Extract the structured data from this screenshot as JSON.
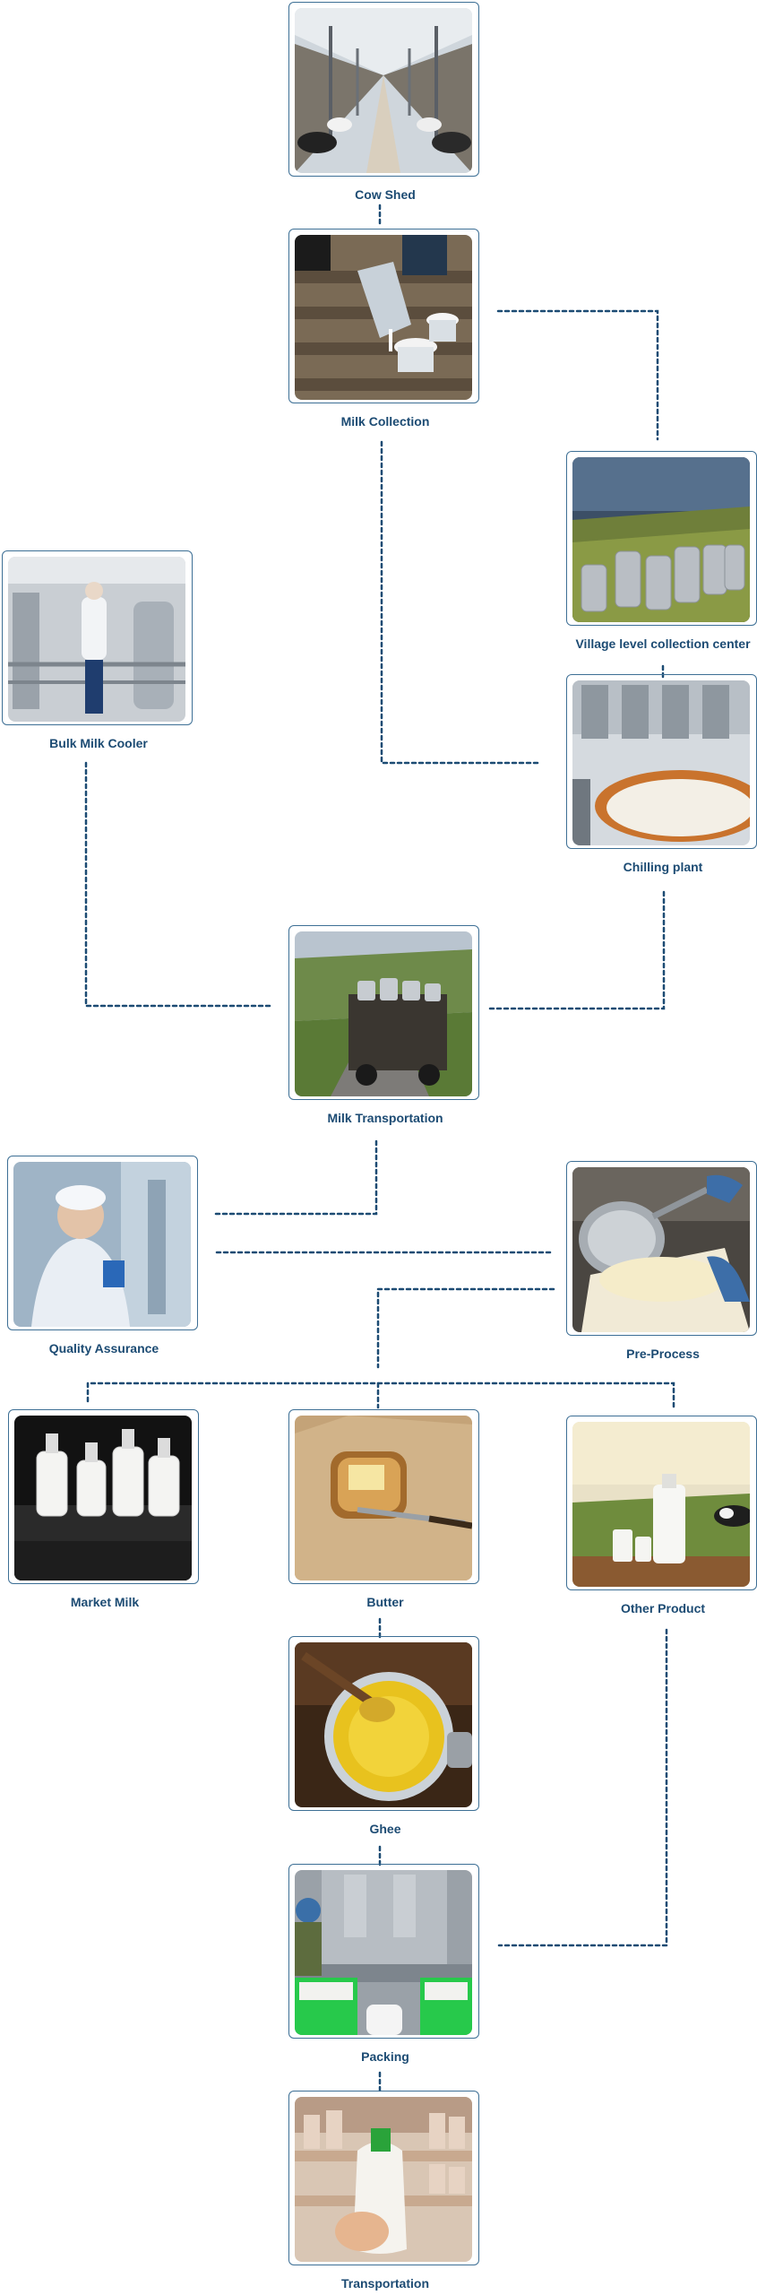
{
  "stages": [
    {
      "id": "cow-shed",
      "label": "Cow Shed",
      "icon": "cow-shed-photo"
    },
    {
      "id": "milk-collection",
      "label": "Milk Collection",
      "icon": "milk-collection-photo"
    },
    {
      "id": "village-center",
      "label": "Village level collection center",
      "icon": "milk-cans-photo"
    },
    {
      "id": "bulk-cooler",
      "label": "Bulk Milk Cooler",
      "icon": "bulk-cooler-photo"
    },
    {
      "id": "chilling-plant",
      "label": "Chilling plant",
      "icon": "chilling-tank-photo"
    },
    {
      "id": "transport",
      "label": "Milk Transportation",
      "icon": "milk-truck-photo"
    },
    {
      "id": "quality",
      "label": "Quality Assurance",
      "icon": "lab-technician-photo"
    },
    {
      "id": "pre-process",
      "label": "Pre-Process",
      "icon": "cheese-straining-photo"
    },
    {
      "id": "market-milk",
      "label": "Market Milk",
      "icon": "milk-bottles-photo"
    },
    {
      "id": "butter",
      "label": "Butter",
      "icon": "butter-toast-photo"
    },
    {
      "id": "other",
      "label": "Other Product",
      "icon": "milk-jug-pasture-photo"
    },
    {
      "id": "ghee",
      "label": "Ghee",
      "icon": "ghee-jar-photo"
    },
    {
      "id": "packing",
      "label": "Packing",
      "icon": "packing-line-photo"
    },
    {
      "id": "transportation",
      "label": "Transportation",
      "icon": "retail-milk-bottle-photo"
    }
  ],
  "colors": {
    "connector": "#1c4b73",
    "frame": "#3d6f95",
    "label": "#1c4b73"
  }
}
